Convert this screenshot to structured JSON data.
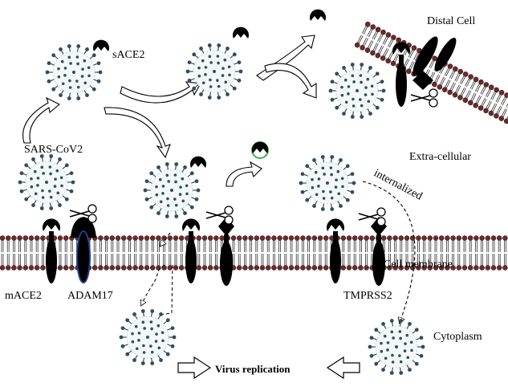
{
  "labels": {
    "distal_cell": "Distal Cell",
    "sace2": "sACE2",
    "sars_cov2": "SARS-CoV2",
    "extra_cellular": "Extra-cellular",
    "internalized": "internalized",
    "cell_membrane": "Cell membrane",
    "mace2": "mACE2",
    "adam17": "ADAM17",
    "tmprss2": "TMPRSS2",
    "cytoplasm": "Cytoplasm",
    "virus_replication": "Virus replication"
  },
  "colors": {
    "membrane_head": "#6b2a2a",
    "membrane_tail": "#333333",
    "virus_body": "#b8c9d2",
    "virus_spike": "#2f4f5f",
    "receptor": "#000000",
    "adam17_accent": "#1f3f8f",
    "shed_ace2_glow": "#3cb44b"
  },
  "icons": [
    "virus-icon",
    "ace2-receptor-icon",
    "adam17-protease-icon",
    "tmprss2-protease-icon",
    "scissors-icon",
    "sace2-fragment-icon",
    "curved-arrow-icon",
    "block-arrow-icon"
  ]
}
